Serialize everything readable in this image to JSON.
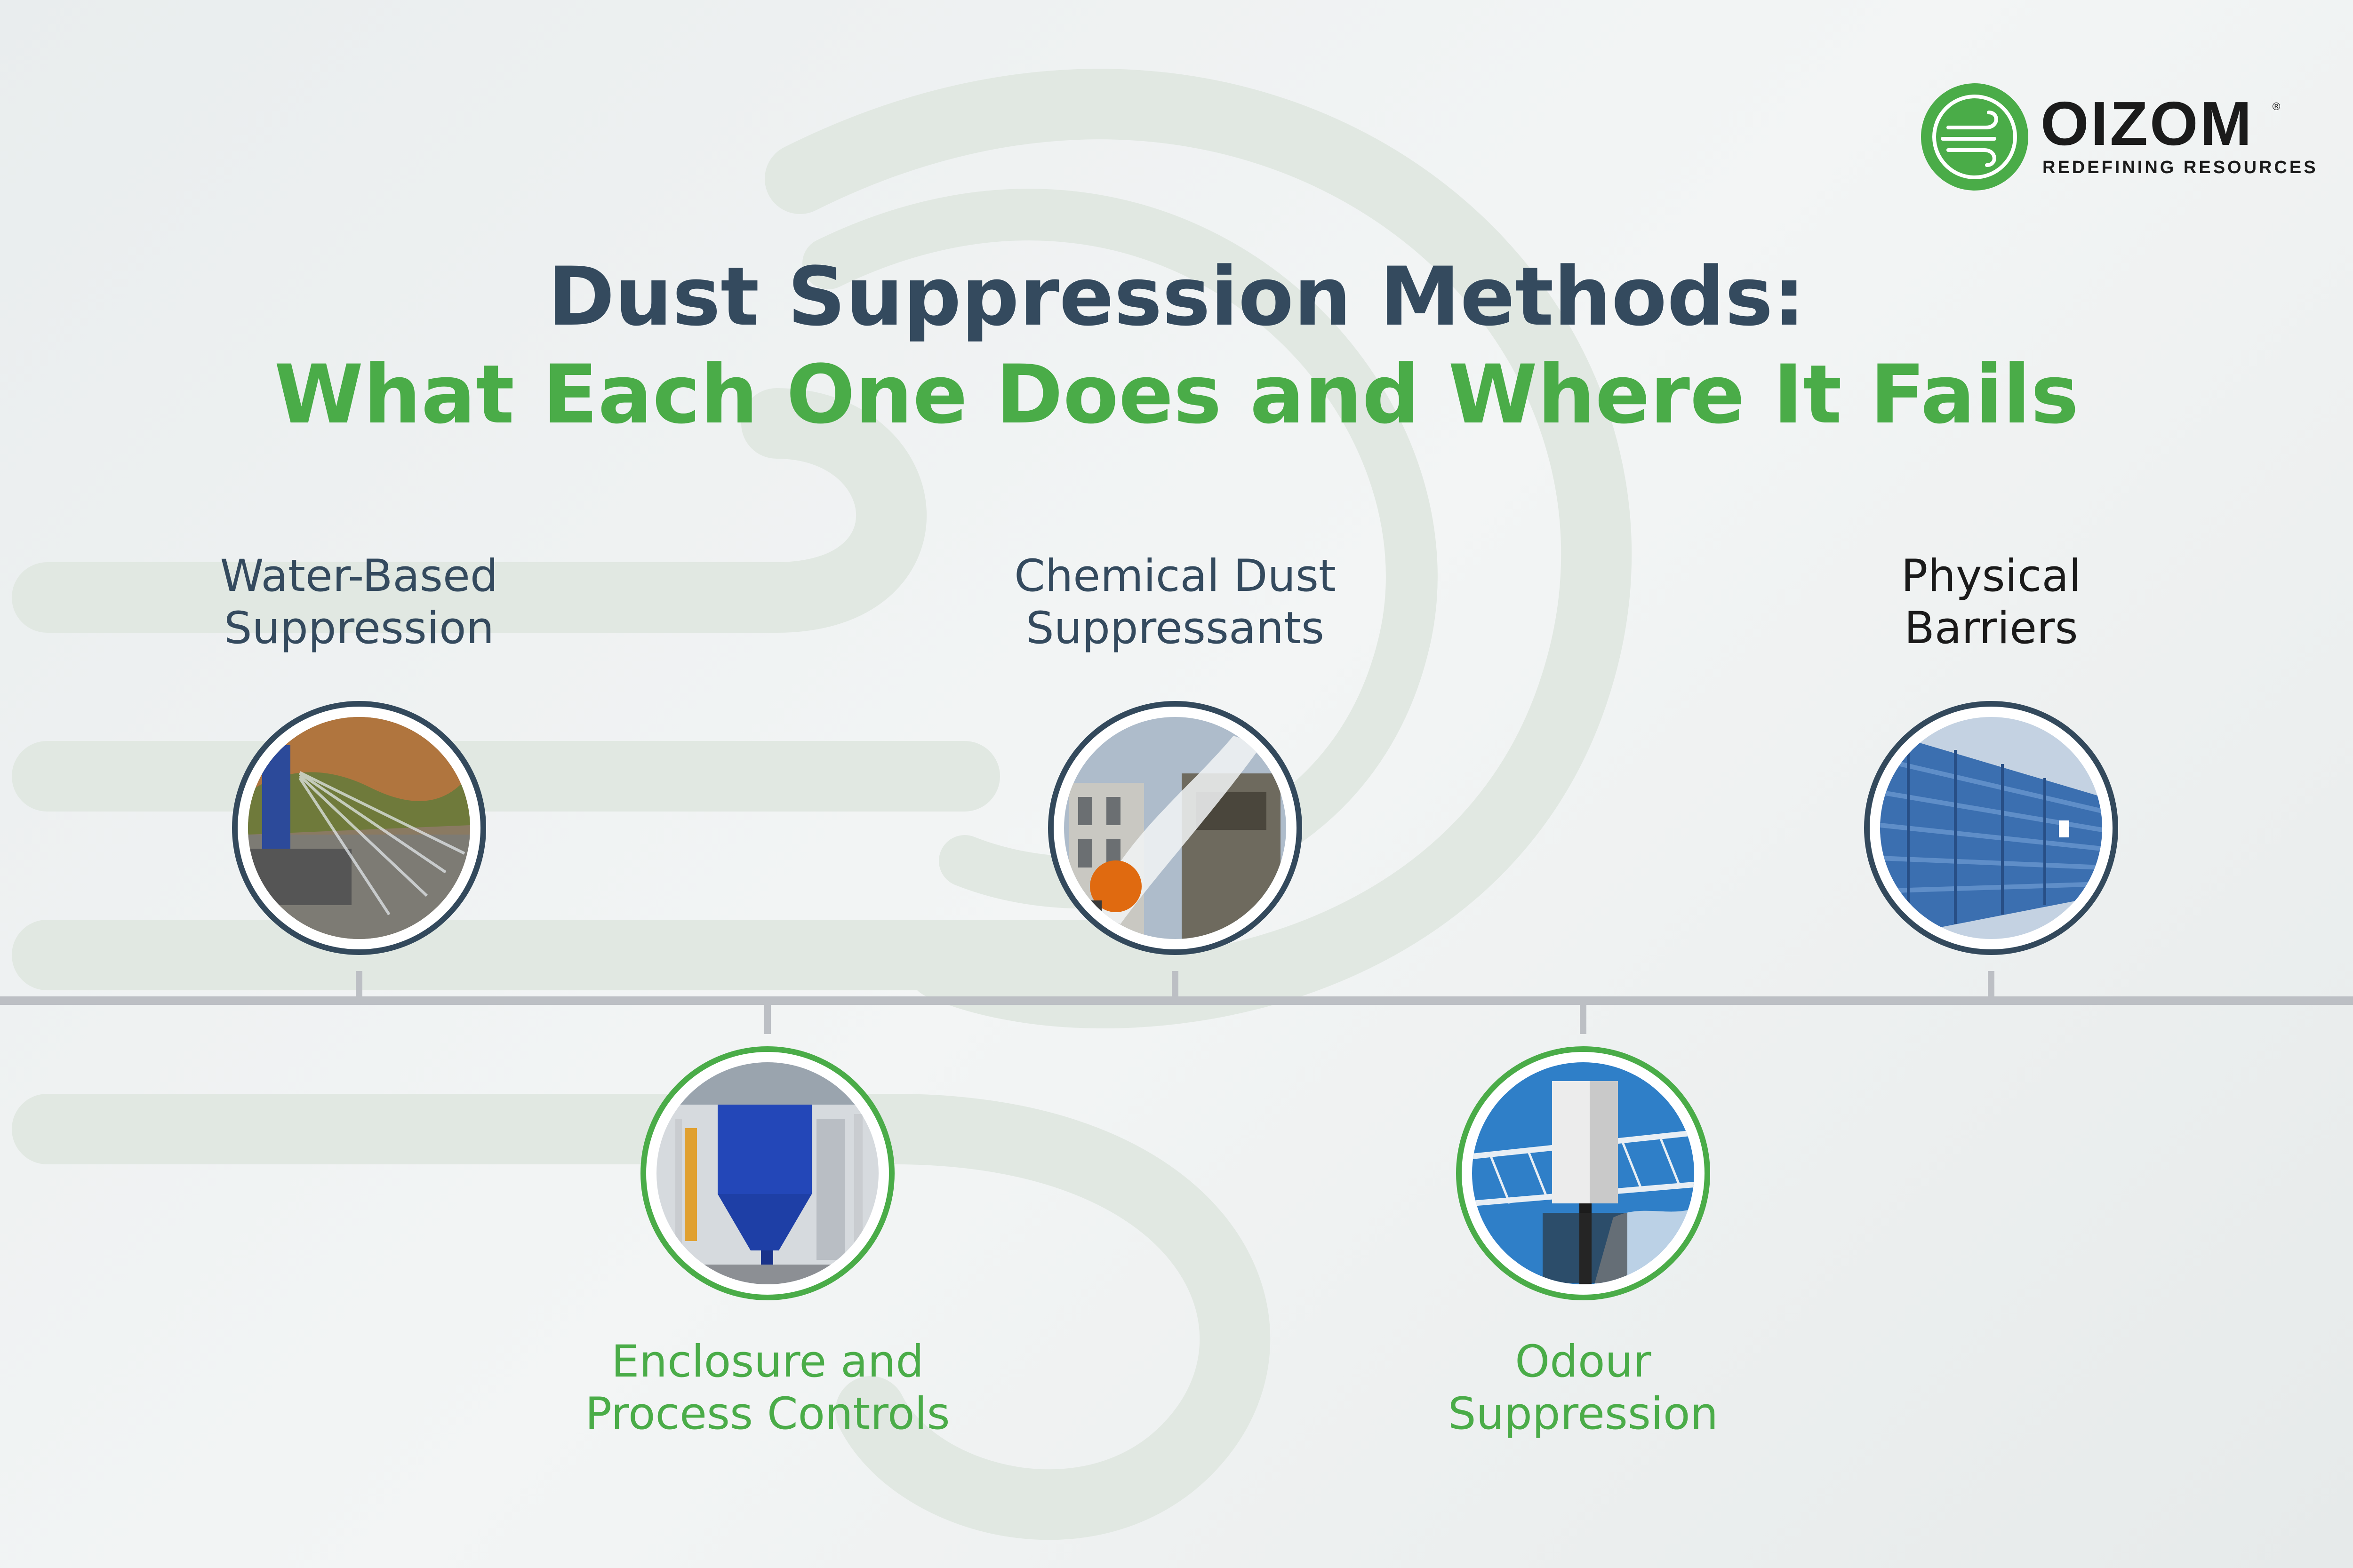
{
  "brand": {
    "name": "OIZOM",
    "registered_mark": "®",
    "tagline": "REDEFINING RESOURCES",
    "color": "#4aac48"
  },
  "title": {
    "line1": "Dust Suppression Methods:",
    "line2": "What Each One Does and Where It Fails"
  },
  "colors": {
    "heading": "#344a5e",
    "accent": "#4aac48",
    "timeline": "#bcbfc4"
  },
  "methods": [
    {
      "label": [
        "Water-Based",
        "Suppression"
      ],
      "position": "above",
      "image": "water-spray-photo"
    },
    {
      "label": [
        "Enclosure and",
        "Process Controls"
      ],
      "position": "below",
      "image": "dust-collector-photo"
    },
    {
      "label": [
        "Chemical Dust",
        "Suppressants"
      ],
      "position": "above",
      "image": "mist-cannon-photo"
    },
    {
      "label": [
        "Odour",
        "Suppression"
      ],
      "position": "below",
      "image": "odour-sensor-photo"
    },
    {
      "label": [
        "Physical",
        "Barriers"
      ],
      "position": "above",
      "image": "wind-fence-photo"
    }
  ]
}
